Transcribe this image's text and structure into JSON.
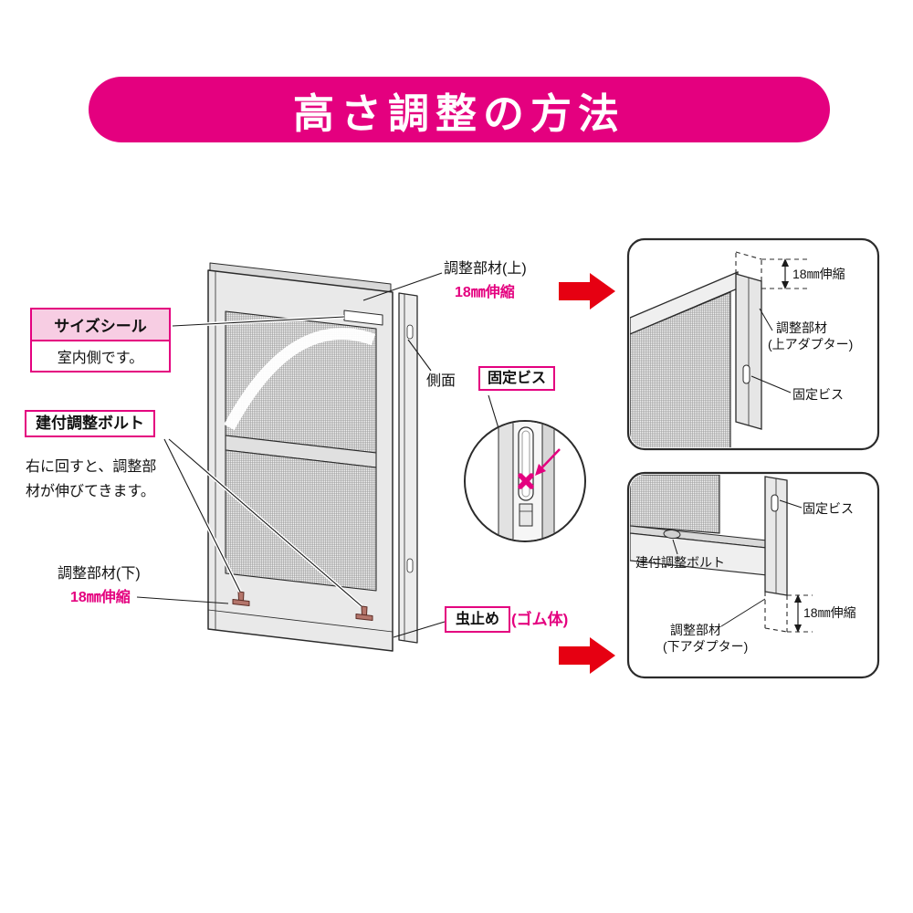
{
  "title": "高さ調整の方法",
  "colors": {
    "magenta": "#e4007f",
    "red": "#e60012",
    "line": "#2b2b2b"
  },
  "main": {
    "size_seal": {
      "label": "サイズシール",
      "note": "室内側です。"
    },
    "bolt_box": "建付調整ボルト",
    "bolt_note_line1": "右に回すと、調整部",
    "bolt_note_line2": "材が伸びてきます。",
    "adjust_lower": "調整部材(下)",
    "adjust_lower_mm": "18㎜伸縮",
    "adjust_upper": "調整部材(上)",
    "adjust_upper_mm": "18㎜伸縮",
    "side": "側面",
    "fixing_screw": "固定ビス",
    "mushidome": "虫止め",
    "gomutai": "(ゴム体)"
  },
  "panel_top": {
    "mm": "18㎜伸縮",
    "adapter_line1": "調整部材",
    "adapter_line2": "(上アダプター)",
    "screw": "固定ビス"
  },
  "panel_bottom": {
    "screw": "固定ビス",
    "bolt": "建付調整ボルト",
    "adapter_line1": "調整部材",
    "adapter_line2": "(下アダプター)",
    "mm": "18㎜伸縮"
  }
}
